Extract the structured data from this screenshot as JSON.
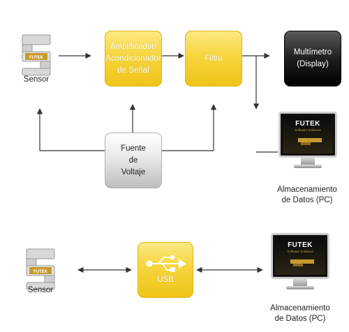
{
  "top_diagram": {
    "sensor_label": "Sensor",
    "amplifier": [
      "Amplificador/",
      "Acondicionador",
      "de Señal"
    ],
    "filter": "Filtro",
    "multimeter": [
      "Multímetro",
      "(Display)"
    ],
    "power": [
      "Fuente",
      "de",
      "Voltaje"
    ],
    "storage": [
      "Almacenamiento",
      "de Datos (PC)"
    ]
  },
  "bottom_diagram": {
    "sensor_label": "Sensor",
    "usb": "USB",
    "storage": [
      "Almacenamiento",
      "de Datos (PC)"
    ]
  },
  "device": {
    "sensor_brand": "FUTEK",
    "pc_brand": "FUTEK",
    "pc_tagline": "Software Solutions"
  },
  "colors": {
    "yellow_box": "#f6d53c",
    "gray_box": "#e0e0e0",
    "black_box": "#1e1e1e",
    "wire": "#333333"
  }
}
